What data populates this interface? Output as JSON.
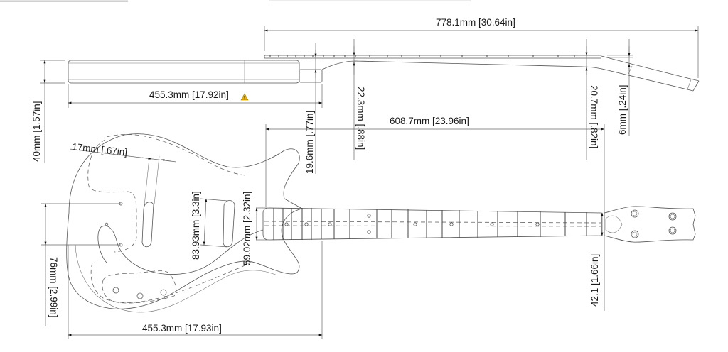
{
  "drawing": {
    "title": "Guitar body and neck technical drawing",
    "line_color": "#555555",
    "text_color": "#1a1a1a",
    "warning_color": "#e8b400"
  },
  "dimensions": {
    "overall_length": "778.1mm [30.64in]",
    "side_body_length": "455.3mm [17.92in]",
    "body_thickness": "40mm [1.57in]",
    "neck_heel_depth": "19.6mm [.77in]",
    "neck_depth_1st": "22.3mm [.88in]",
    "scale_length": "608.7mm [23.96in]",
    "neck_depth_12th": "20.7mm [.82in]",
    "headstock_thickness": "6mm [.24in]",
    "pickup_width": "17mm [.67in]",
    "pickup_spacing": "83.93mm [3.3in]",
    "neck_heel_width": "59.02mm [2.32in]",
    "nut_width": "42.1 [1.66in]",
    "control_spacing": "76mm [2.99in]",
    "front_body_length": "455.3mm [17.93in]"
  },
  "icons": {
    "warning": "warning-triangle-icon"
  }
}
